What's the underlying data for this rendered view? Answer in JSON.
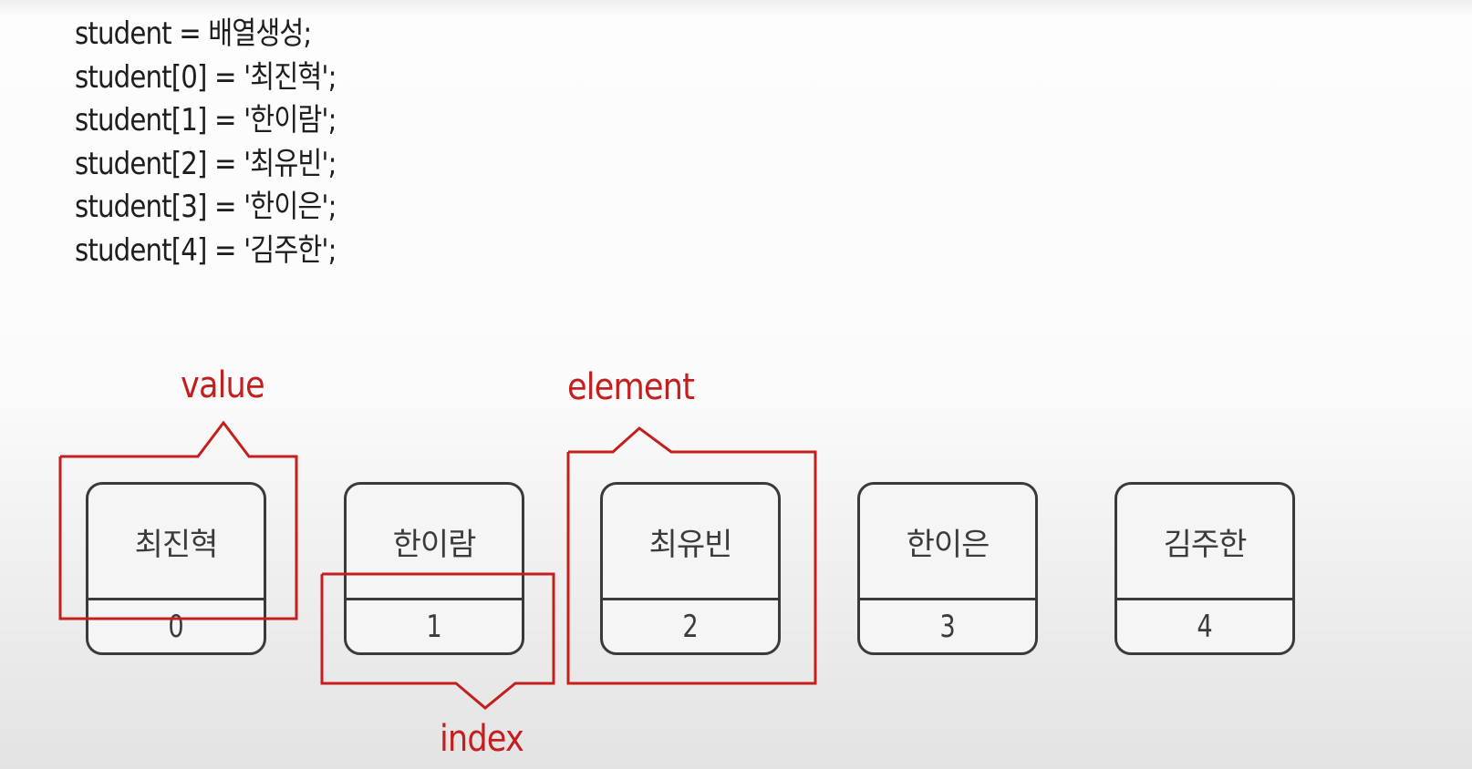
{
  "code_lines": [
    "student = 배열생성;",
    "student[0] = '최진혁';",
    "student[1] = '한이람';",
    "student[2] = '최유빈';",
    "student[3] = '한이은';",
    "student[4] = '김주한';"
  ],
  "boxes": [
    {
      "value": "최진혁",
      "index": "0"
    },
    {
      "value": "한이람",
      "index": "1"
    },
    {
      "value": "최유빈",
      "index": "2"
    },
    {
      "value": "한이은",
      "index": "3"
    },
    {
      "value": "김주한",
      "index": "4"
    }
  ],
  "annotations": {
    "value": "value",
    "element": "element",
    "index": "index"
  },
  "colors": {
    "annotation": "#c41e1e",
    "box_border": "#3a3a3a",
    "text": "#1e1e1e"
  }
}
